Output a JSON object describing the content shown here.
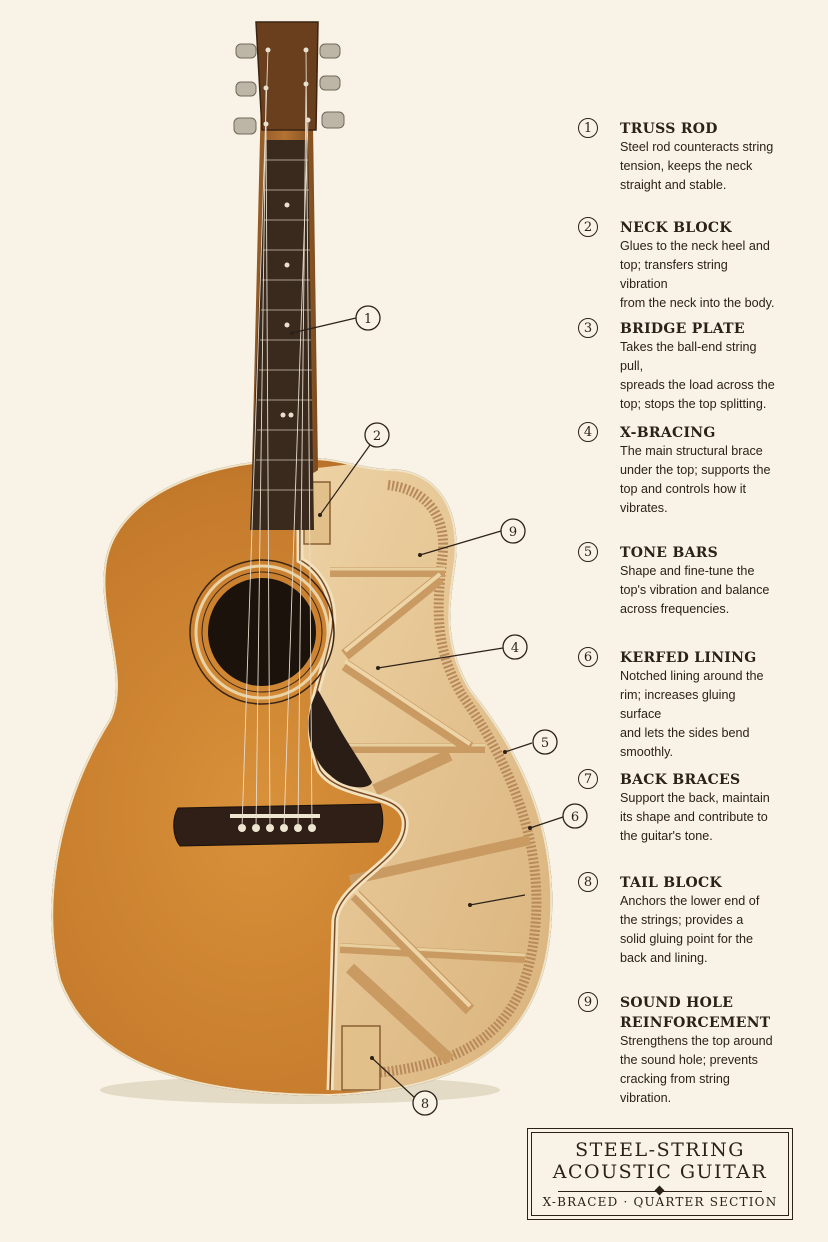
{
  "parts": [
    {
      "number": "1",
      "name": "TRUSS ROD",
      "desc_lines": [
        "Steel rod counteracts string",
        "tension, keeps the neck",
        "straight and stable."
      ]
    },
    {
      "number": "2",
      "name": "NECK BLOCK",
      "desc_lines": [
        "Glues to the neck heel and",
        "top; transfers string vibration",
        "from the neck into the body."
      ]
    },
    {
      "number": "3",
      "name": "BRIDGE PLATE",
      "desc_lines": [
        "Takes the ball-end string pull,",
        "spreads the load across the",
        "top; stops the top splitting."
      ]
    },
    {
      "number": "4",
      "name": "X-BRACING",
      "desc_lines": [
        "The main structural brace",
        "under the top; supports the",
        "top and controls how it",
        "vibrates."
      ]
    },
    {
      "number": "5",
      "name": "TONE BARS",
      "desc_lines": [
        "Shape and fine-tune the",
        "top's vibration and balance",
        "across frequencies."
      ]
    },
    {
      "number": "6",
      "name": "KERFED LINING",
      "desc_lines": [
        "Notched lining around the",
        "rim; increases gluing surface",
        "and lets the sides bend",
        "smoothly."
      ]
    },
    {
      "number": "7",
      "name": "BACK BRACES",
      "desc_lines": [
        "Support the back, maintain",
        "its shape and contribute to",
        "the guitar's tone."
      ]
    },
    {
      "number": "8",
      "name": "TAIL BLOCK",
      "desc_lines": [
        "Anchors the lower end of",
        "the strings; provides a",
        "solid gluing point for the",
        "back and lining."
      ]
    },
    {
      "number": "9",
      "name_lines": [
        "SOUND HOLE",
        "REINFORCEMENT"
      ],
      "desc_lines": [
        "Strengthens the top around",
        "the sound hole; prevents",
        "cracking from string",
        "vibration."
      ]
    }
  ],
  "callout_numbers": [
    "1",
    "2",
    "9",
    "4",
    "5",
    "6",
    "8"
  ],
  "title_box": {
    "line1": "STEEL-STRING",
    "line2": "ACOUSTIC GUITAR",
    "subtitle": "X-BRACED · QUARTER SECTION"
  },
  "colors": {
    "background": "#f8f3e6",
    "top_wood": "#c9802f",
    "inner_wood": "#e6c795",
    "brace_wood": "#d8b27a",
    "fretboard": "#3a2a1e",
    "ink": "#2b2119"
  }
}
